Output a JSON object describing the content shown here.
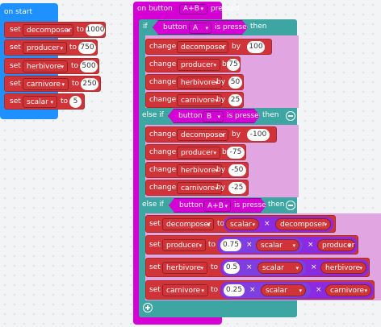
{
  "colors": {
    "event": "#1e90ff",
    "button_event": "#d400d4",
    "logic": "#3ea6a2",
    "variables": "#d13438",
    "math": "#8a2be2"
  },
  "on_start": {
    "label": "on start",
    "sets": [
      {
        "kw": "set",
        "var": "decomposer",
        "to": "to",
        "value": "1000"
      },
      {
        "kw": "set",
        "var": "producer",
        "to": "to",
        "value": "750"
      },
      {
        "kw": "set",
        "var": "herbivore",
        "to": "to",
        "value": "500"
      },
      {
        "kw": "set",
        "var": "carnivore",
        "to": "to",
        "value": "250"
      },
      {
        "kw": "set",
        "var": "scalar",
        "to": "to",
        "value": "5"
      }
    ]
  },
  "on_button": {
    "prefix": "on button",
    "button": "A+B",
    "suffix": "pressed"
  },
  "if_block": {
    "if_kw": "if",
    "then_kw": "then",
    "cond": {
      "prefix": "button",
      "btn": "A",
      "suffix": "is pressed"
    },
    "changes": [
      {
        "kw": "change",
        "var": "decomposer",
        "by": "by",
        "value": "100"
      },
      {
        "kw": "change",
        "var": "producer",
        "by": "by",
        "value": "75"
      },
      {
        "kw": "change",
        "var": "herbivore",
        "by": "by",
        "value": "50"
      },
      {
        "kw": "change",
        "var": "carnivore",
        "by": "by",
        "value": "25"
      }
    ]
  },
  "elseif1": {
    "kw": "else if",
    "then_kw": "then",
    "cond": {
      "prefix": "button",
      "btn": "B",
      "suffix": "is pressed"
    },
    "changes": [
      {
        "kw": "change",
        "var": "decomposer",
        "by": "by",
        "value": "-100"
      },
      {
        "kw": "change",
        "var": "producer",
        "by": "by",
        "value": "-75"
      },
      {
        "kw": "change",
        "var": "herbivore",
        "by": "by",
        "value": "-50"
      },
      {
        "kw": "change",
        "var": "carnivore",
        "by": "by",
        "value": "-25"
      }
    ]
  },
  "elseif2": {
    "kw": "else if",
    "then_kw": "then",
    "cond": {
      "prefix": "button",
      "btn": "A+B",
      "suffix": "is pressed"
    },
    "sets": [
      {
        "kw": "set",
        "var": "decomposer",
        "to": "to",
        "a": "scalar",
        "op": "×",
        "b": "decomposer"
      },
      {
        "kw": "set",
        "var": "producer",
        "to": "to",
        "coef": "0.75",
        "op1": "×",
        "a": "scalar",
        "op2": "×",
        "b": "producer"
      },
      {
        "kw": "set",
        "var": "herbivore",
        "to": "to",
        "coef": "0.5",
        "op1": "×",
        "a": "scalar",
        "op2": "×",
        "b": "herbivore"
      },
      {
        "kw": "set",
        "var": "carnivore",
        "to": "to",
        "coef": "0.25",
        "op1": "×",
        "a": "scalar",
        "op2": "×",
        "b": "carnivore"
      }
    ]
  },
  "icons": {
    "caret": "▾",
    "plus": "add-icon",
    "minus": "remove-icon"
  }
}
